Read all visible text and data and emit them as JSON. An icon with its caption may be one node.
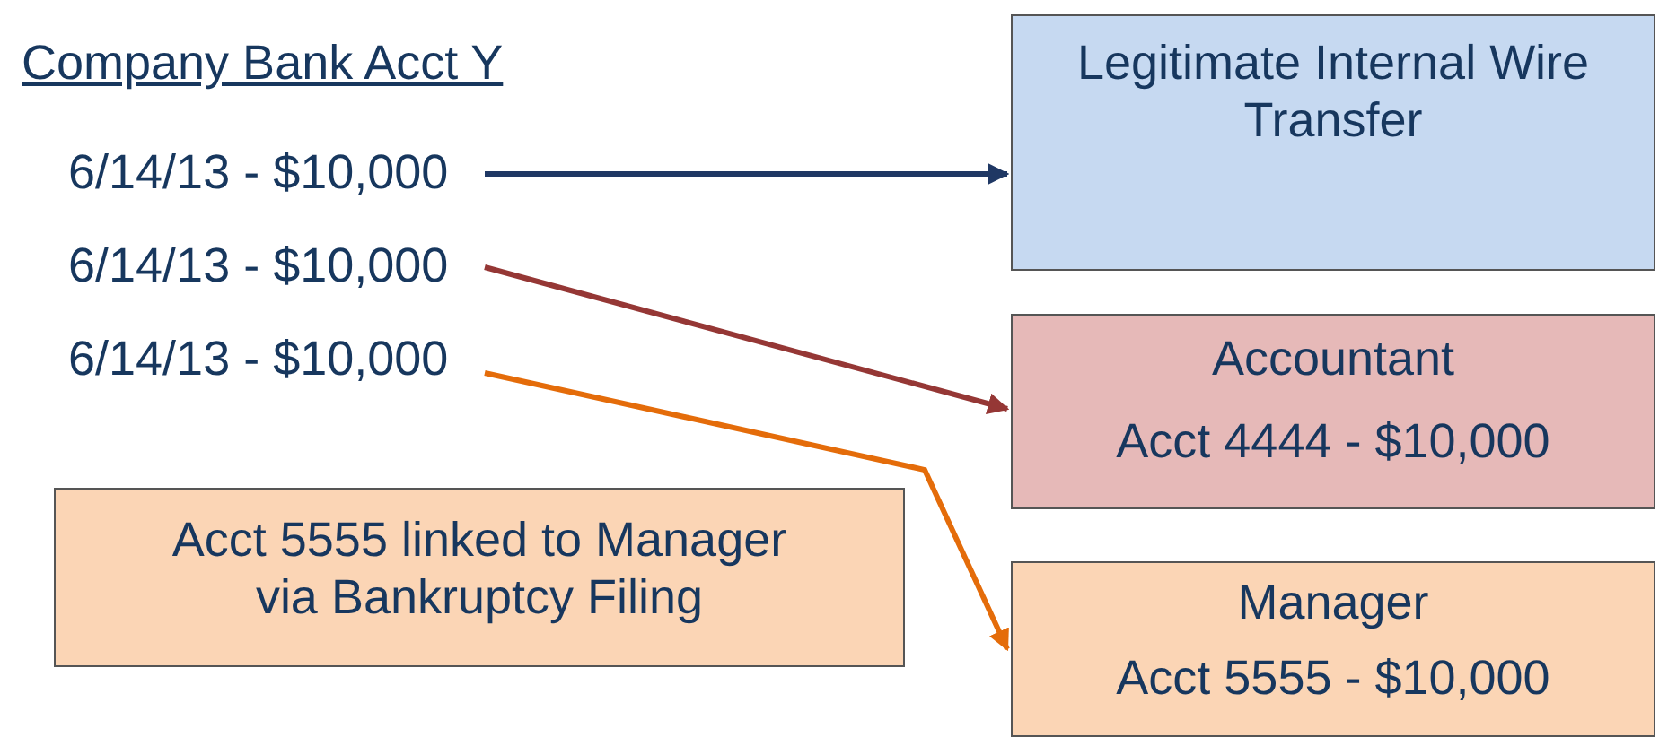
{
  "diagram": {
    "nodes": [
      {
        "text": [
          "6/14/13 - $10,000"
        ]
      },
      {
        "text": [
          "6/14/13 - $10,000"
        ]
      },
      {
        "text": [
          "6/14/13 - $10,000"
        ]
      },
      {
        "text": [
          "Legitimate Internal Wire Transfer"
        ]
      },
      {
        "text": [
          "Accountant",
          "Acct 4444 - $10,000"
        ]
      },
      {
        "text": [
          "Acct 5555 linked to Manager via Bankruptcy Filing"
        ]
      },
      {
        "text": [
          "Manager",
          "Acct 5555 - $10,000"
        ]
      }
    ],
    "edges": [
      {
        "from": 0,
        "to": 3,
        "arrow": "to",
        "color": "#1f3864"
      },
      {
        "from": 1,
        "to": 4,
        "arrow": "to",
        "color": "#953735"
      },
      {
        "from": 2,
        "to": 6,
        "arrow": "to",
        "color": "#e46c0a"
      }
    ],
    "labels": [
      "Company Bank Acct Y"
    ]
  }
}
